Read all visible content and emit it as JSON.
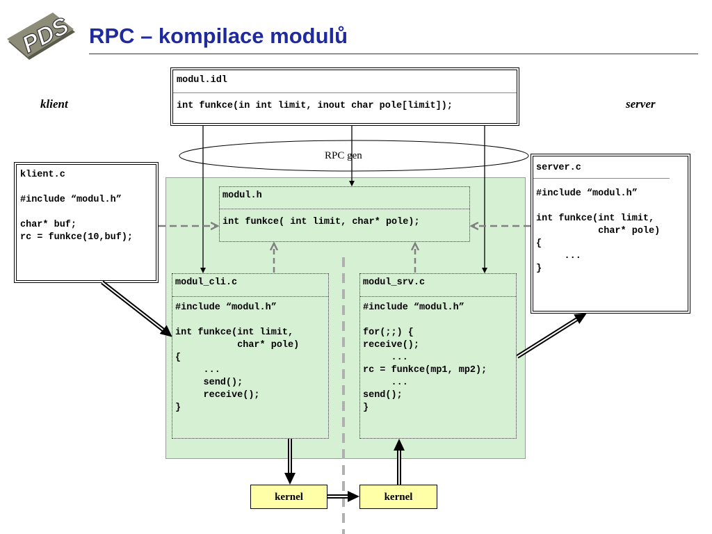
{
  "title": "RPC – kompilace modulů",
  "logo": {
    "text": "PDS"
  },
  "labels": {
    "client": "klient",
    "server": "server",
    "rpcgen": "RPC gen"
  },
  "idl": {
    "name": "modul.idl",
    "lines": "int funkce(in int limit, inout char pole[limit]);"
  },
  "modul_h": {
    "name": "modul.h",
    "lines": "int funkce( int limit, char* pole);"
  },
  "klient_c": {
    "name": "klient.c",
    "lines": "#include “modul.h”\n\nchar* buf;\nrc = funkce(10,buf);"
  },
  "server_c": {
    "name": "server.c",
    "lines": "#include “modul.h”\n\nint funkce(int limit,\n           char* pole)\n{\n     ...\n}"
  },
  "modul_cli": {
    "name": "modul_cli.c",
    "lines": "#include “modul.h”\n\nint funkce(int limit,\n           char* pole)\n{\n     ...\n     send();\n     receive();\n}"
  },
  "modul_srv": {
    "name": "modul_srv.c",
    "lines": "#include “modul.h”\n\nfor(;;) {\nreceive();\n     ...\nrc = funkce(mp1, mp2);\n     ...\nsend();\n}"
  },
  "kernel_left": "kernel",
  "kernel_right": "kernel",
  "colors": {
    "title": "#1f2a9c",
    "green_area": "#d6f0d3",
    "kernel": "#ffffa8",
    "dashed_arrow": "#808080"
  }
}
